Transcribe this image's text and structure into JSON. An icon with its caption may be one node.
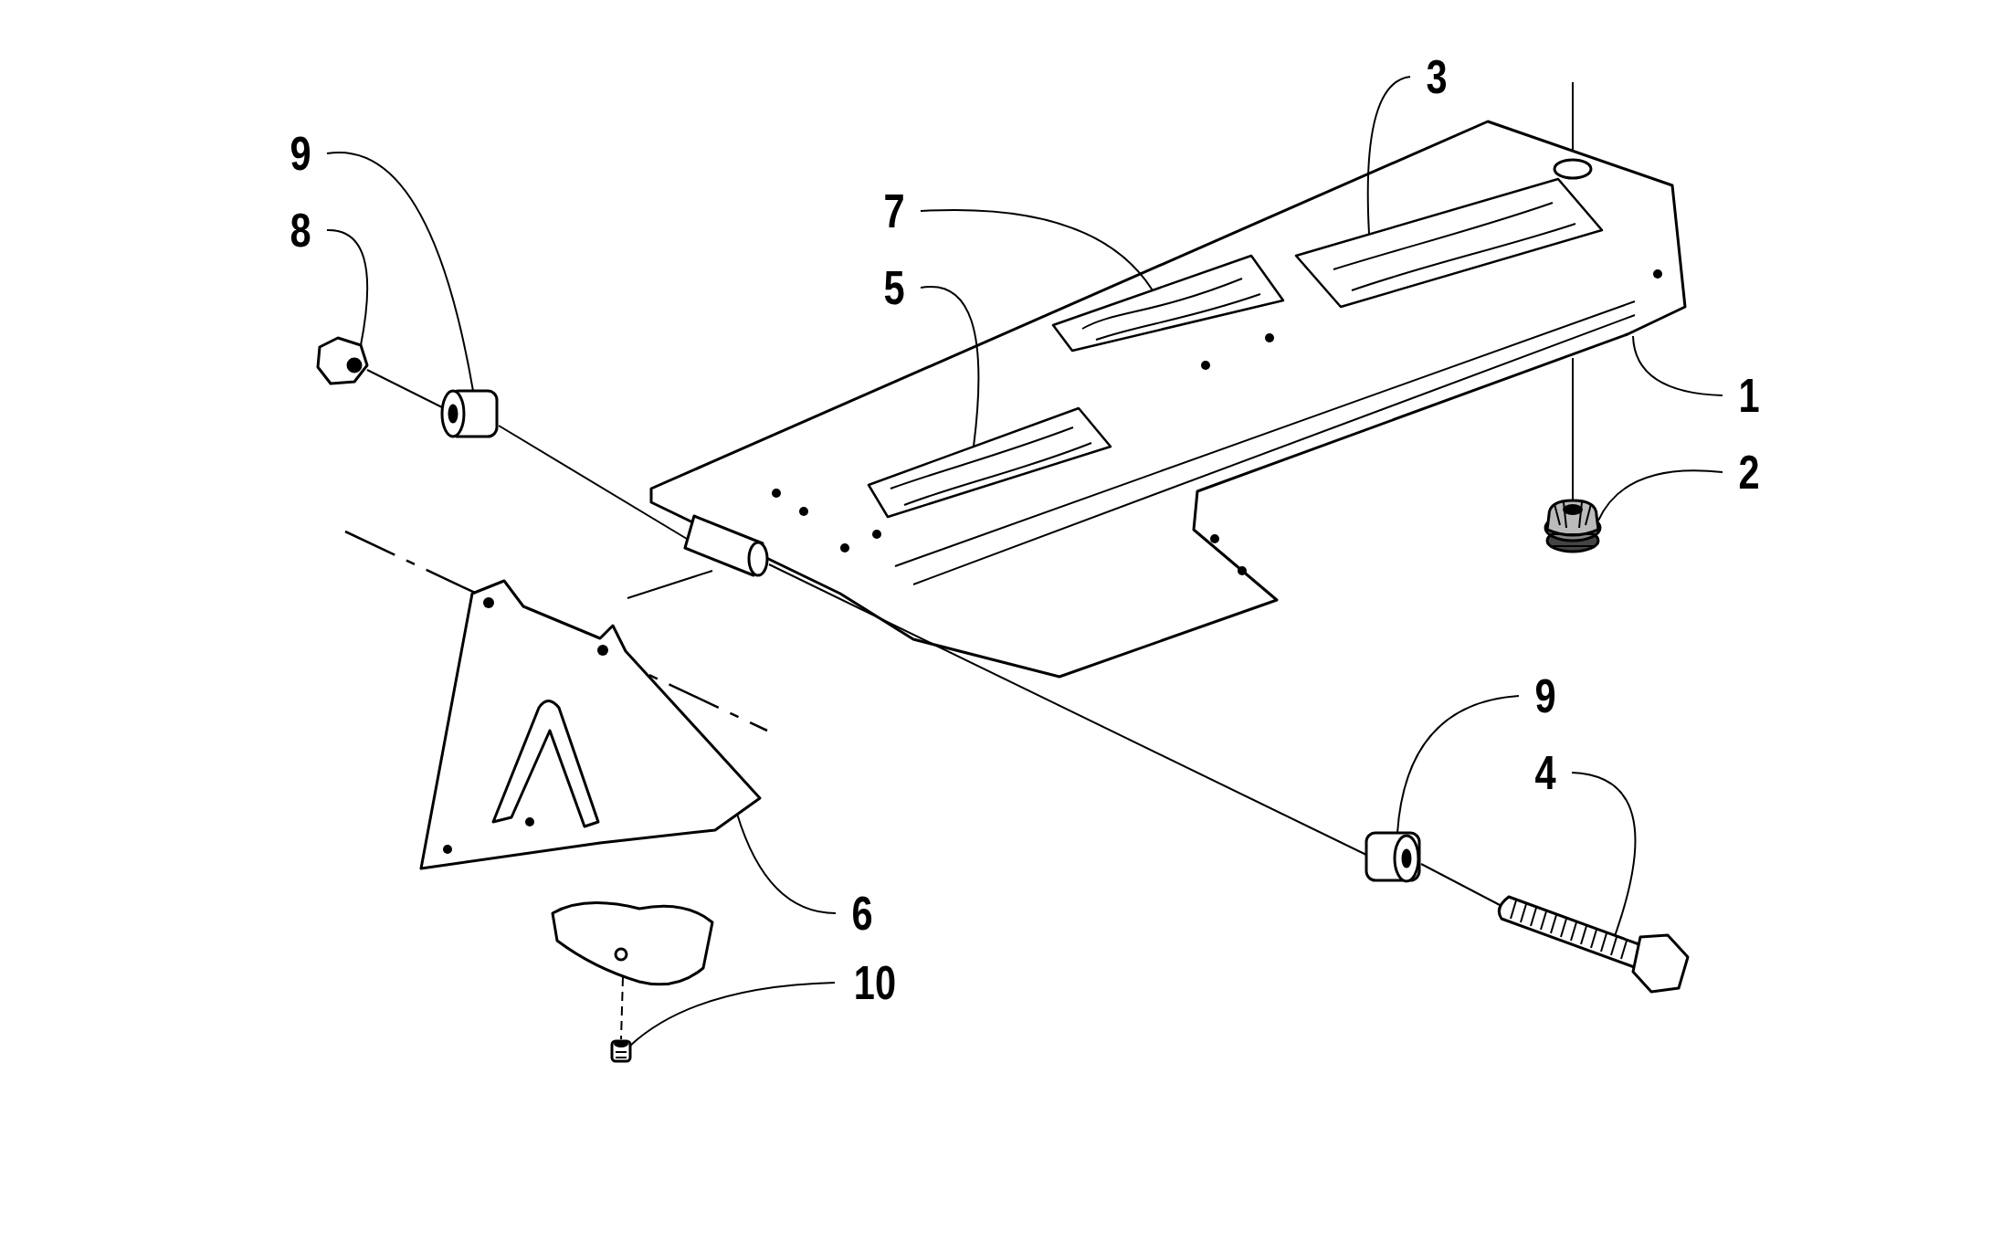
{
  "diagram": {
    "nodes": [
      {
        "text": [
          "9"
        ]
      },
      {
        "text": [
          "8"
        ]
      },
      {
        "text": [
          "7"
        ]
      },
      {
        "text": [
          "5"
        ]
      },
      {
        "text": [
          "3"
        ]
      },
      {
        "text": [
          "1"
        ]
      },
      {
        "text": [
          "2"
        ]
      },
      {
        "text": [
          "9"
        ]
      },
      {
        "text": [
          "4"
        ]
      },
      {
        "text": [
          "6"
        ]
      },
      {
        "text": [
          "10"
        ]
      },
      {
        "text": [],
        "shape": "picture"
      },
      {
        "text": [],
        "shape": "picture"
      },
      {
        "text": [],
        "shape": "picture"
      },
      {
        "text": [],
        "shape": "picture",
        "in": 13
      },
      {
        "text": [],
        "shape": "picture",
        "in": 13
      },
      {
        "text": [],
        "shape": "picture",
        "in": 13
      },
      {
        "text": [],
        "shape": "picture"
      },
      {
        "text": [],
        "shape": "picture"
      },
      {
        "text": [],
        "shape": "picture"
      },
      {
        "text": [],
        "shape": "picture"
      },
      {
        "text": [],
        "shape": "picture"
      },
      {
        "text": [],
        "shape": "picture"
      },
      {
        "text": [],
        "shape": "picture"
      }
    ],
    "edges": [
      {
        "from": 0,
        "to": 11,
        "arrow": "none"
      },
      {
        "from": 1,
        "to": 12,
        "arrow": "none"
      },
      {
        "from": 2,
        "to": 14,
        "arrow": "none"
      },
      {
        "from": 3,
        "to": 15,
        "arrow": "none"
      },
      {
        "from": 4,
        "to": 16,
        "arrow": "none"
      },
      {
        "from": 5,
        "to": 13,
        "arrow": "none"
      },
      {
        "from": 6,
        "to": 17,
        "arrow": "none"
      },
      {
        "from": 7,
        "to": 18,
        "arrow": "none"
      },
      {
        "from": 8,
        "to": 19,
        "arrow": "none"
      },
      {
        "from": 9,
        "to": 20,
        "arrow": "none"
      },
      {
        "from": 10,
        "to": 21,
        "arrow": "none"
      },
      {
        "from": 12,
        "to": 11,
        "arrow": "none"
      },
      {
        "from": 11,
        "to": 22,
        "arrow": "none"
      },
      {
        "from": 22,
        "to": 18,
        "arrow": "none"
      },
      {
        "from": 18,
        "to": 19,
        "arrow": "none"
      },
      {
        "from": 13,
        "to": 17,
        "arrow": "none"
      },
      {
        "from": 23,
        "to": 21,
        "arrow": "none",
        "style": "dashed"
      }
    ]
  }
}
